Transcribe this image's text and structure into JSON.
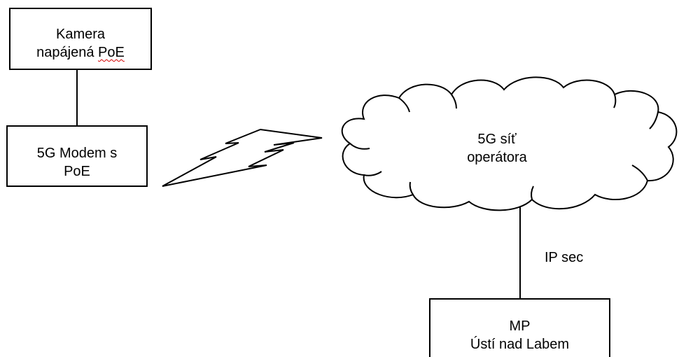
{
  "nodes": {
    "camera": {
      "line1": "Kamera",
      "line2_word1": "napájená",
      "line2_word2": "PoE"
    },
    "modem": {
      "line1": "5G Modem s",
      "line2": "PoE"
    },
    "cloud": {
      "line1": "5G síť",
      "line2": "operátora"
    },
    "mp": {
      "line1": "MP",
      "line2": "Ústí nad Labem"
    }
  },
  "edges": {
    "cloud_to_mp_label": "IP sec"
  },
  "colors": {
    "stroke": "#000000",
    "background": "#ffffff",
    "spellcheck_underline": "#d40000"
  }
}
